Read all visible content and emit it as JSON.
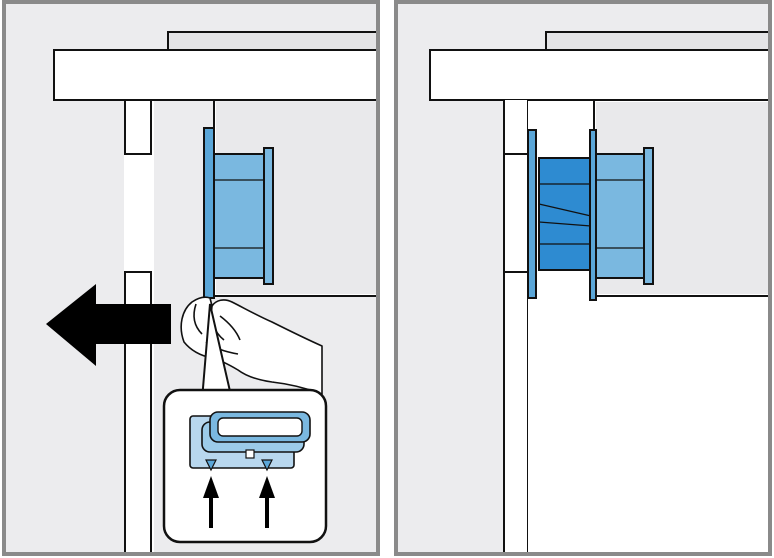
{
  "figure": {
    "panels": [
      {
        "id": "step-remove",
        "depicts": [
          "cabinet-top",
          "ventilation-duct-module",
          "hand",
          "pull-direction-arrow",
          "detail-inset",
          "latch-tabs",
          "push-up-arrows"
        ]
      },
      {
        "id": "step-installed",
        "depicts": [
          "cabinet-top",
          "ventilation-duct-module-installed",
          "duct-adapter-ring"
        ]
      }
    ],
    "colors": {
      "background": "#ffffff",
      "wall": "#ececee",
      "frame": "#8a8a8a",
      "line": "#111111",
      "duct_light_blue": "#7ab8e0",
      "duct_dark_blue": "#2e8bd1",
      "arrow": "#000000"
    }
  }
}
